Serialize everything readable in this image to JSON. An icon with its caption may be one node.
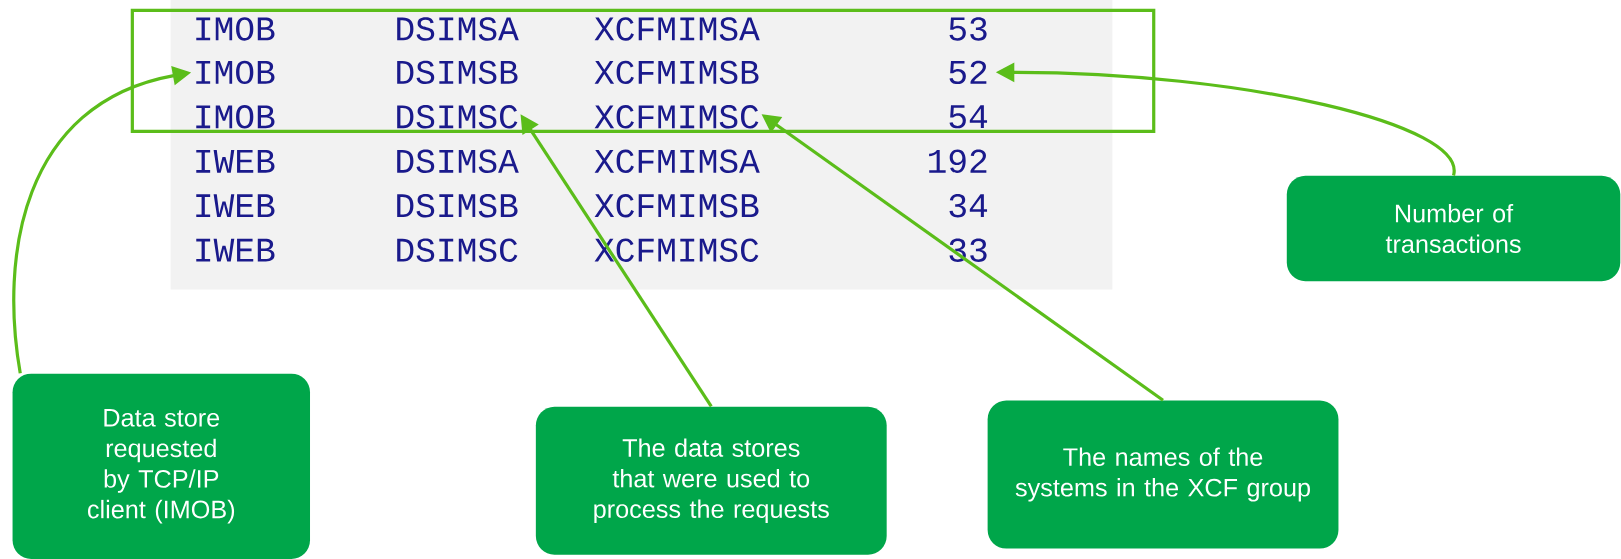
{
  "diagram": {
    "nodes": [
      {
        "text": [
          "IMOB"
        ]
      },
      {
        "text": [
          "52"
        ]
      },
      {
        "text": [
          "DSIMSC"
        ]
      },
      {
        "text": [
          "XCFMIMSC"
        ]
      },
      {
        "text": [
          "Data store requested by TCP/IP client (IMOB)"
        ]
      },
      {
        "text": [
          "The data stores that were used to process the requests"
        ]
      },
      {
        "text": [
          "The names of the systems in the XCF group"
        ]
      },
      {
        "text": [
          "Number of transactions"
        ]
      }
    ],
    "edges": [
      {
        "from": 4,
        "to": 0,
        "arrow": "to"
      },
      {
        "from": 5,
        "to": 2,
        "arrow": "to"
      },
      {
        "from": 6,
        "to": 3,
        "arrow": "to"
      },
      {
        "from": 7,
        "to": 1,
        "arrow": "to"
      }
    ],
    "labels": [
      "IMOB",
      "DSIMSA",
      "XCFMIMSA",
      "53",
      "DSIMSB",
      "XCFMIMSB",
      "IMOB",
      "54",
      "IWEB",
      "DSIMSA",
      "XCFMIMSA",
      "192",
      "IWEB",
      "DSIMSB",
      "XCFMIMSB",
      "34",
      "IWEB",
      "DSIMSC",
      "XCFMIMSC",
      "33"
    ]
  }
}
